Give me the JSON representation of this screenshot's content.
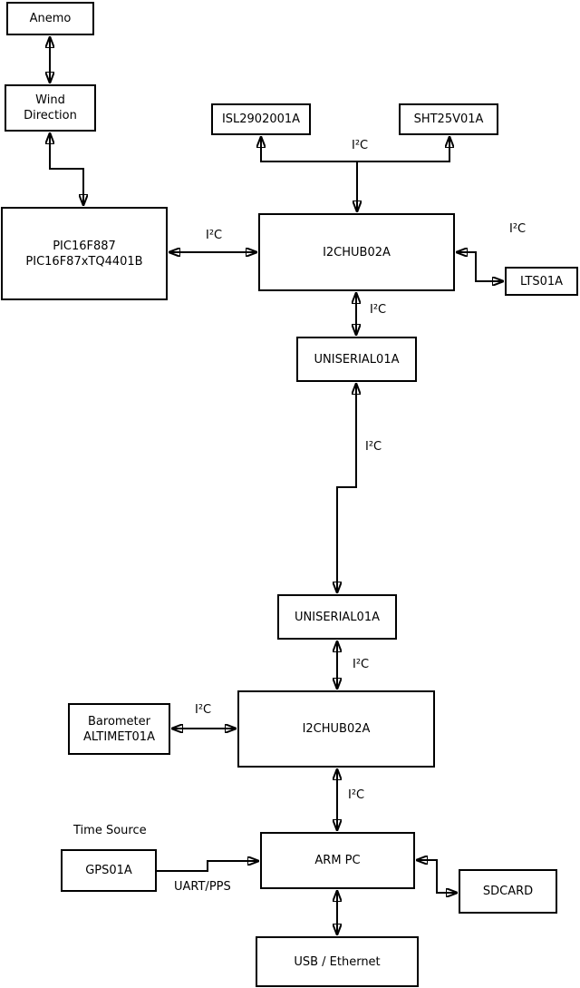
{
  "diagram": {
    "background_color": "#ffffff",
    "line_color": "#000000",
    "text_color": "#000000",
    "nodes": {
      "anemo": {
        "label": "Anemo"
      },
      "wind_direction": {
        "label": "Wind\nDirection"
      },
      "pic": {
        "label": "PIC16F887\nPIC16F87xTQ4401B"
      },
      "isl": {
        "label": "ISL2902001A"
      },
      "sht": {
        "label": "SHT25V01A"
      },
      "i2chub_top": {
        "label": "I2CHUB02A"
      },
      "lts": {
        "label": "LTS01A"
      },
      "uniserial_top": {
        "label": "UNISERIAL01A"
      },
      "uniserial_bottom": {
        "label": "UNISERIAL01A"
      },
      "barometer": {
        "label": "Barometer\nALTIMET01A"
      },
      "i2chub_bottom": {
        "label": "I2CHUB02A"
      },
      "gps": {
        "label": "GPS01A"
      },
      "arm_pc": {
        "label": "ARM PC"
      },
      "sdcard": {
        "label": "SDCARD"
      },
      "usb_ethernet": {
        "label": "USB / Ethernet"
      }
    },
    "edge_labels": {
      "i2c_sensors": "I²C",
      "i2c_pic_hub": "I²C",
      "i2c_hub_lts": "I²C",
      "i2c_hub_uniserial": "I²C",
      "i2c_backbone": "I²C",
      "i2c_uniserial_hub2": "I²C",
      "i2c_barometer": "I²C",
      "i2c_hub2_armpc": "I²C",
      "time_source": "Time Source",
      "uart_pps": "UART/PPS"
    }
  }
}
